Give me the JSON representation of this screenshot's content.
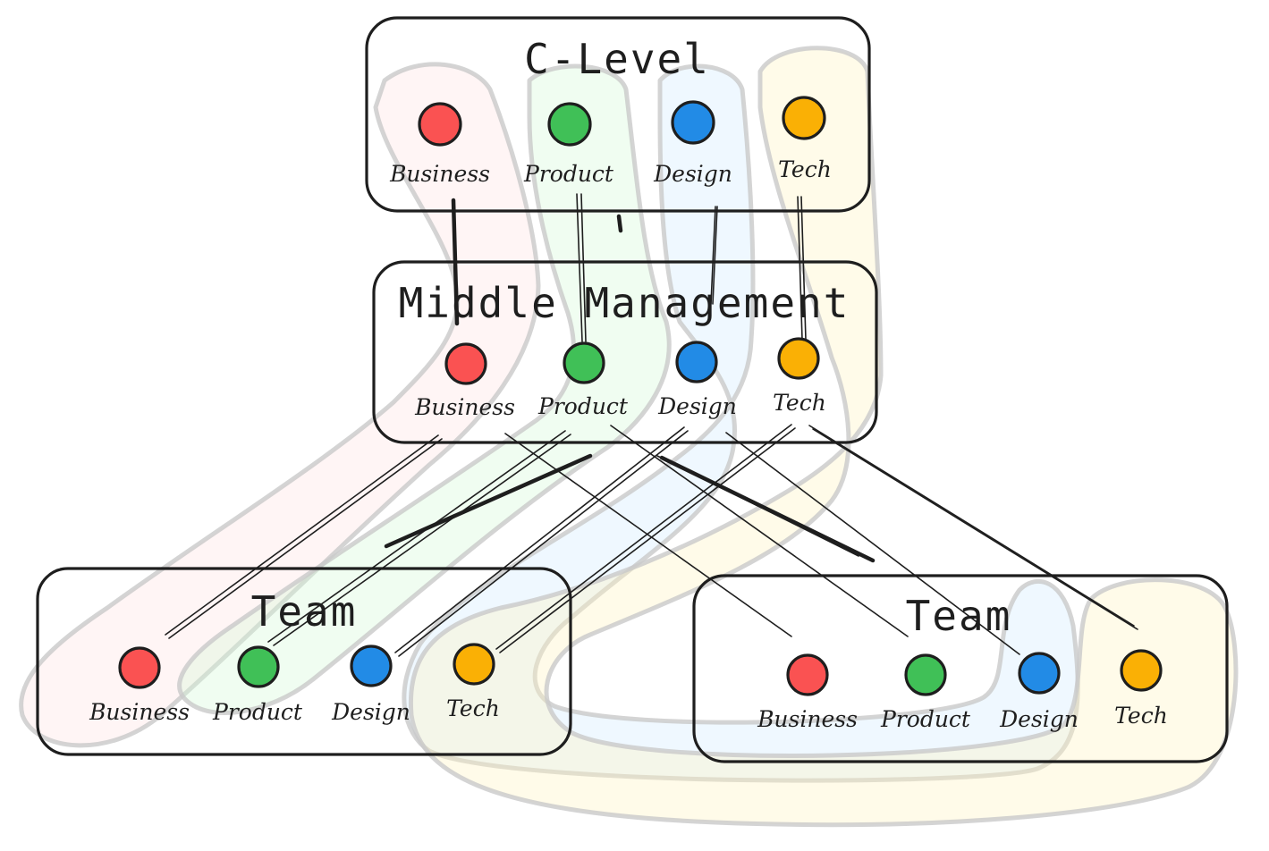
{
  "colors": {
    "business": "#fa5252",
    "product": "#40c057",
    "design": "#228be6",
    "tech": "#fab005",
    "business_band": "#ffe3e3",
    "product_band": "#d3f9d8",
    "design_band": "#d0ebff",
    "tech_band": "#fff3bf"
  },
  "groups": [
    {
      "title": "C-Level",
      "nodes": [
        {
          "label": "Business",
          "role": "business"
        },
        {
          "label": "Product",
          "role": "product"
        },
        {
          "label": "Design",
          "role": "design"
        },
        {
          "label": "Tech",
          "role": "tech"
        }
      ]
    },
    {
      "title": "Middle Management",
      "nodes": [
        {
          "label": "Business",
          "role": "business"
        },
        {
          "label": "Product",
          "role": "product"
        },
        {
          "label": "Design",
          "role": "design"
        },
        {
          "label": "Tech",
          "role": "tech"
        }
      ]
    },
    {
      "title": "Team",
      "nodes": [
        {
          "label": "Business",
          "role": "business"
        },
        {
          "label": "Product",
          "role": "product"
        },
        {
          "label": "Design",
          "role": "design"
        },
        {
          "label": "Tech",
          "role": "tech"
        }
      ]
    },
    {
      "title": "Team",
      "nodes": [
        {
          "label": "Business",
          "role": "business"
        },
        {
          "label": "Product",
          "role": "product"
        },
        {
          "label": "Design",
          "role": "design"
        },
        {
          "label": "Tech",
          "role": "tech"
        }
      ]
    }
  ]
}
